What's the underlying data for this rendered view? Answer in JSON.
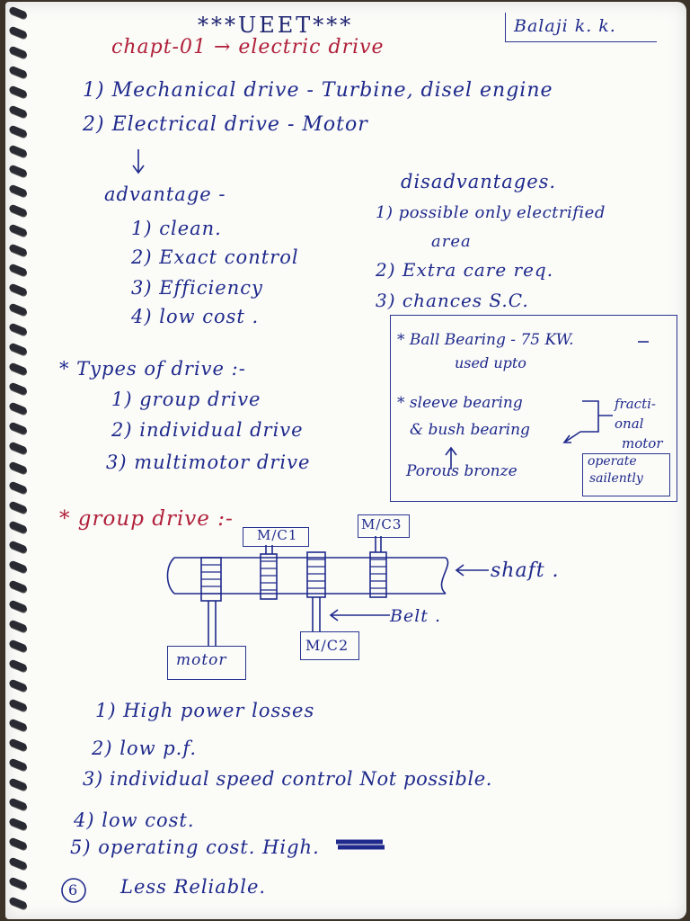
{
  "header": {
    "title": "***UEET***",
    "author": "Balaji k. k.",
    "chapter": "chapt-01 → electric drive"
  },
  "drive_kinds": [
    "1) Mechanical drive - Turbine, disel engine",
    "2) Electrical drive - Motor"
  ],
  "advantages": {
    "heading": "advantage -",
    "items": [
      "1) clean.",
      "2) Exact control",
      "3) Efficiency",
      "4) low cost ."
    ]
  },
  "disadvantages": {
    "heading": "disadvantages.",
    "items": [
      "1) possible only electrified",
      "area",
      "2) Extra care req.",
      "3) chances S.C."
    ]
  },
  "types": {
    "heading": "* Types of drive :-",
    "items": [
      "1) group drive",
      "2) individual drive",
      "3) multimotor drive"
    ]
  },
  "bearing_box": {
    "line1": "* Ball Bearing - 75 KW.",
    "line1b": "used upto",
    "line2": "* sleeve bearing",
    "line3": "& bush bearing",
    "fraction": "fracti-",
    "onal": "onal",
    "motor": "motor",
    "porous": "Porous bronze",
    "operate": "operate",
    "silently": "sailently"
  },
  "group_drive": {
    "heading": "* group drive :-",
    "labels": {
      "mc1": "M/C1",
      "mc2": "M/C2",
      "mc3": "M/C3",
      "motor": "motor",
      "shaft": "shaft .",
      "belt": "Belt ."
    },
    "points": [
      "1) High power losses",
      "2) low p.f.",
      "3) individual speed control Not possible.",
      "4) low cost.",
      "5) operating cost. High.",
      "Less Reliable."
    ],
    "point6_number": "6"
  }
}
